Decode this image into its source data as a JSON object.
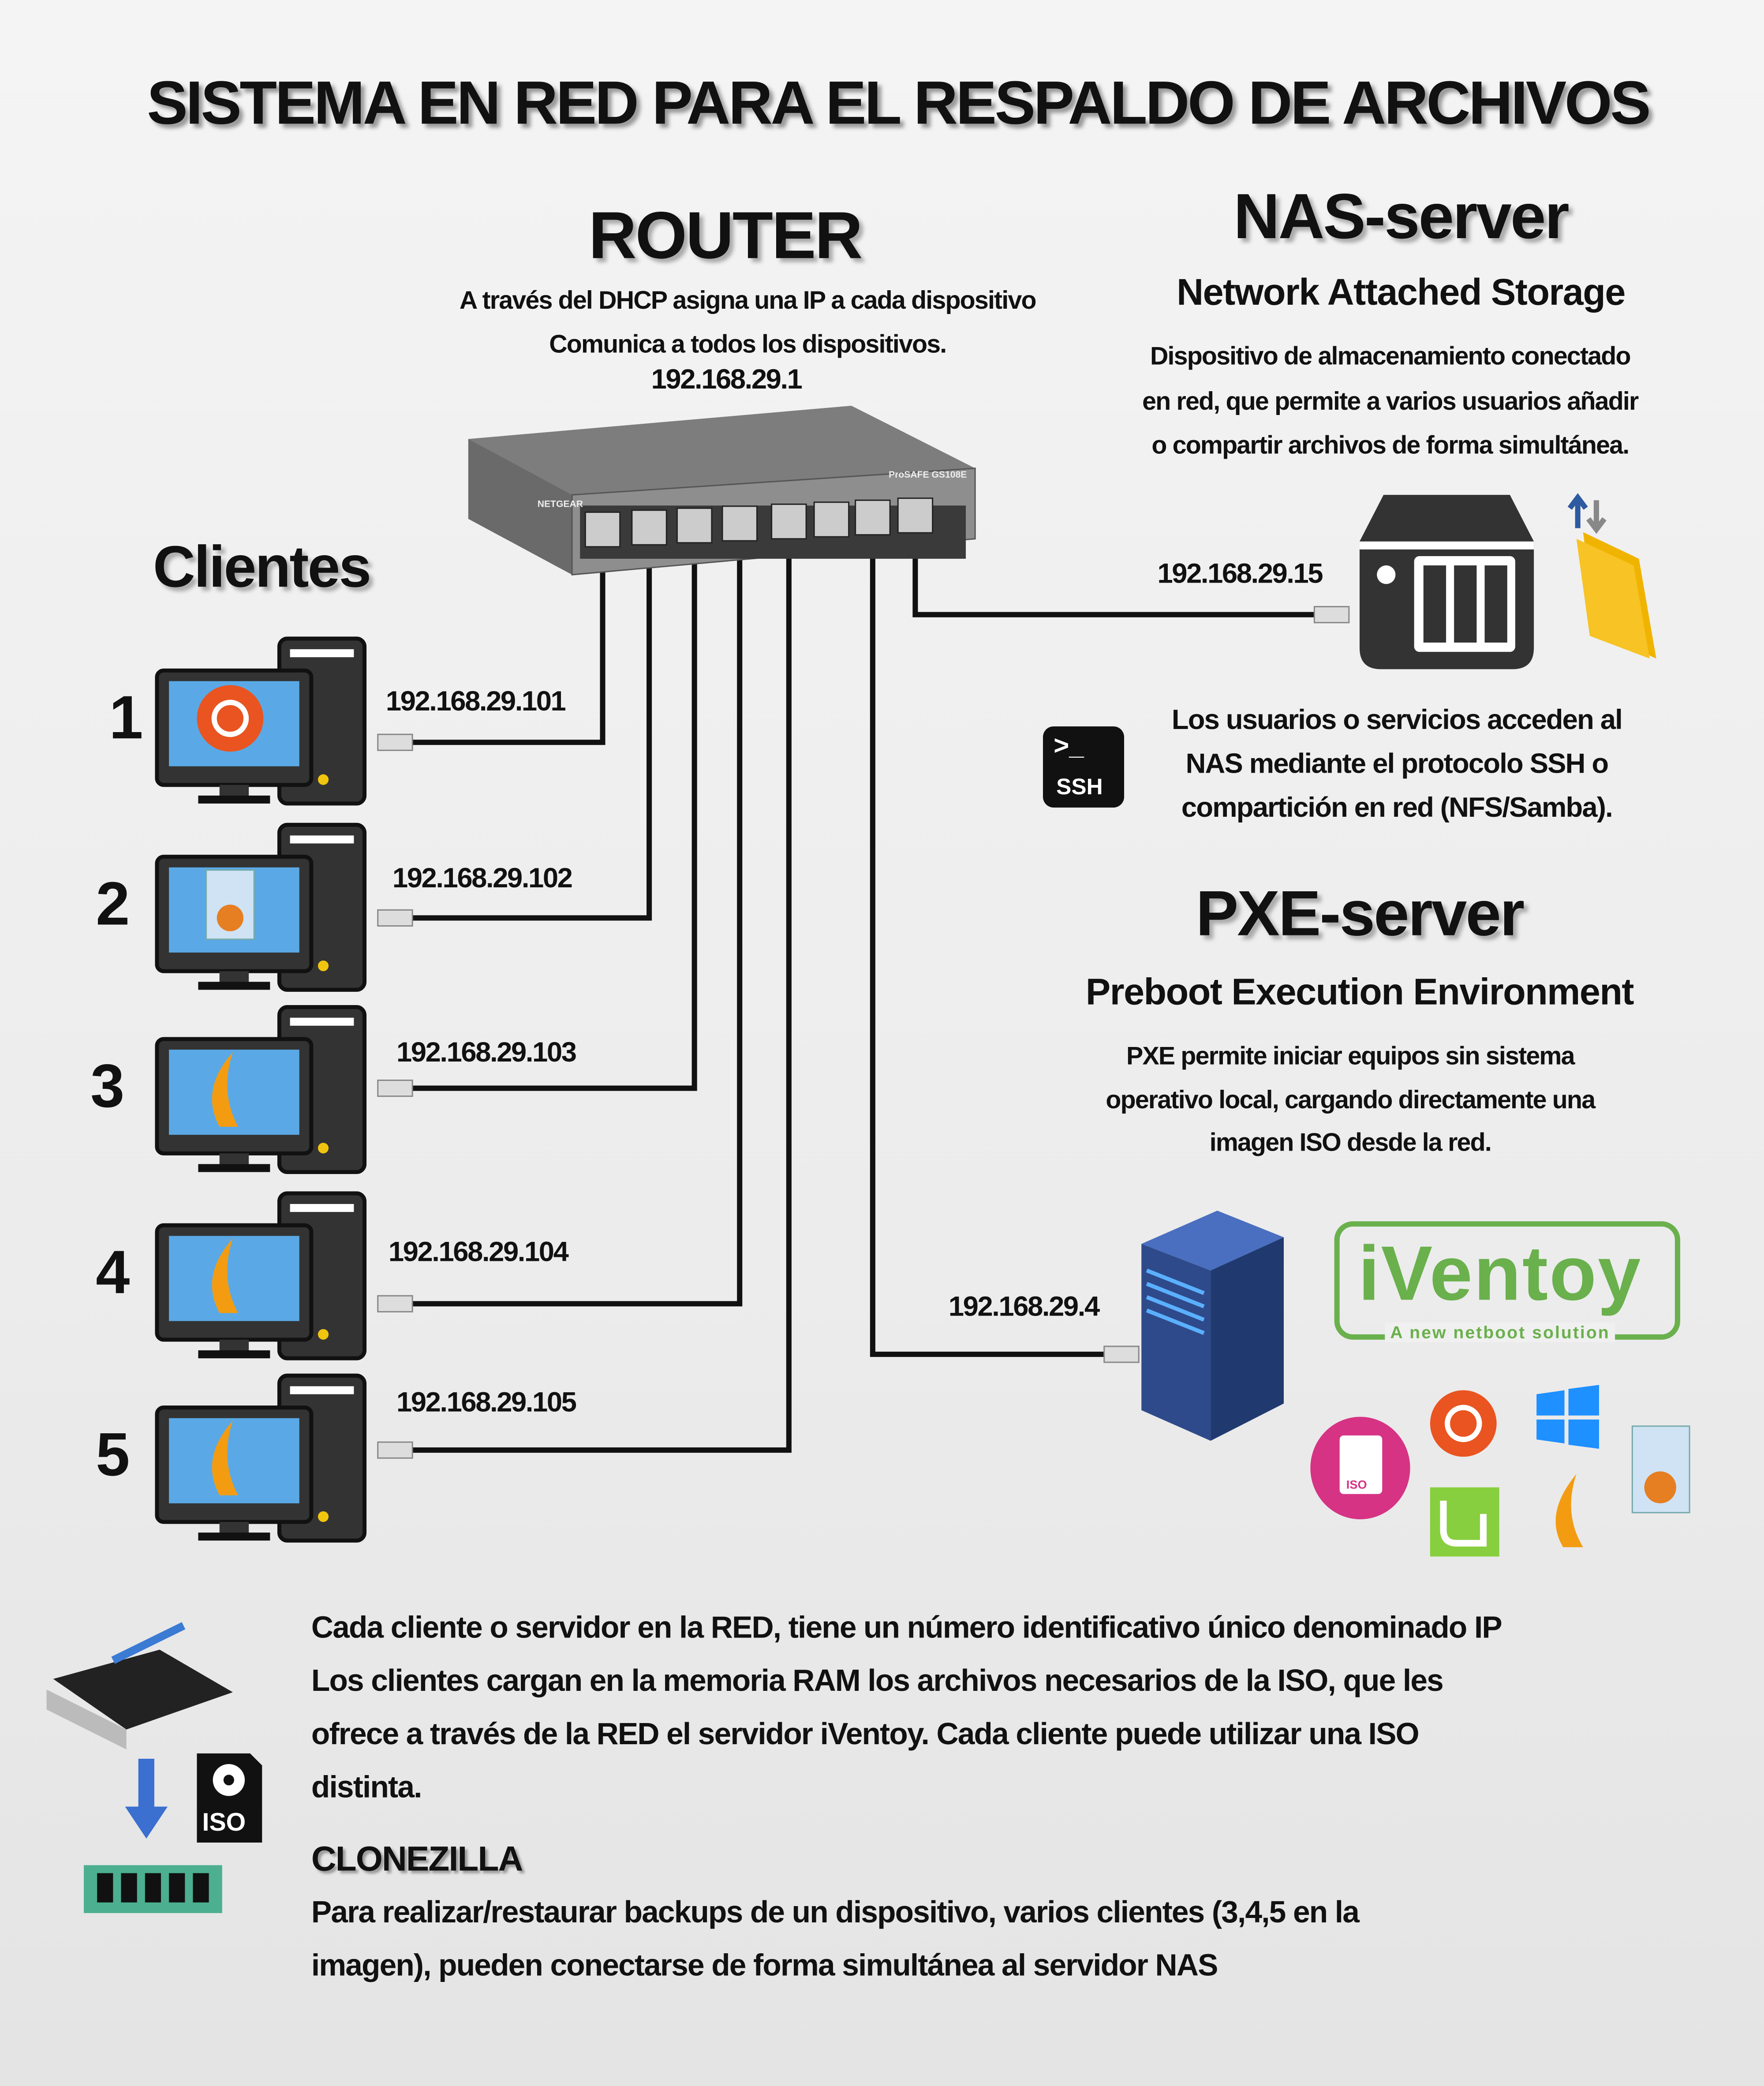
{
  "title": "SISTEMA EN RED PARA EL RESPALDO DE ARCHIVOS",
  "router": {
    "title": "ROUTER",
    "lines": [
      "A través del DHCP asigna una IP a cada dispositivo",
      "Comunica a todos los dispositivos."
    ],
    "ip": "192.168.29.1",
    "device_labels": [
      "NETGEAR",
      "ProSAFE GS108E"
    ]
  },
  "nas": {
    "title": "NAS-server",
    "subtitle": "Network Attached Storage",
    "lines": [
      "Dispositivo de almacenamiento conectado",
      "en red, que permite a varios usuarios añadir",
      "o compartir archivos de forma simultánea."
    ],
    "ip": "192.168.29.15"
  },
  "ssh": {
    "icon_label": "SSH",
    "prompt": ">_",
    "lines": [
      "Los usuarios o servicios acceden al",
      "NAS mediante el protocolo SSH o",
      "compartición en red (NFS/Samba)."
    ]
  },
  "pxe": {
    "title": "PXE-server",
    "subtitle": "Preboot Execution Environment",
    "lines": [
      "PXE permite iniciar equipos sin sistema",
      "operativo local, cargando directamente una",
      "imagen ISO desde la red."
    ],
    "ip": "192.168.29.4",
    "logo_text": "iVentoy",
    "logo_tagline": "A new netboot solution",
    "os_icons": [
      "iso-icon",
      "ubuntu-icon",
      "windows-icon",
      "linux-mint-icon",
      "clonezilla-icon",
      "boot-cd-icon"
    ],
    "iso_label": "ISO"
  },
  "clients": {
    "title": "Clientes",
    "items": [
      {
        "number": "1",
        "ip": "192.168.29.101",
        "screen": "ubuntu"
      },
      {
        "number": "2",
        "ip": "192.168.29.102",
        "screen": "boot-cd"
      },
      {
        "number": "3",
        "ip": "192.168.29.103",
        "screen": "clonezilla"
      },
      {
        "number": "4",
        "ip": "192.168.29.104",
        "screen": "clonezilla"
      },
      {
        "number": "5",
        "ip": "192.168.29.105",
        "screen": "clonezilla"
      }
    ]
  },
  "footer": {
    "lines": [
      "Cada cliente o servidor en la RED, tiene un número identificativo único denominado IP",
      "Los clientes cargan en la memoria RAM los archivos necesarios de la ISO, que les",
      "ofrece a través de la RED el servidor iVentoy. Cada cliente puede utilizar una ISO",
      "distinta."
    ],
    "clonezilla_title": "CLONEZILLA",
    "clonezilla_lines": [
      "Para realizar/restaurar backups de un dispositivo, varios clientes (3,4,5 en la",
      "imagen), pueden conectarse de forma simultánea al servidor NAS"
    ],
    "iso_label": "ISO"
  },
  "colors": {
    "cable": "#111111",
    "monitor_screen": "#5aa9e6",
    "ubuntu": "#e95420",
    "clonezilla": "#f39c12",
    "iventoy": "#6ab04c",
    "nas_body": "#333333",
    "server": "#2e4a8a",
    "iso_pink": "#d63384",
    "mint": "#87cf3e",
    "windows": "#1e90ff"
  }
}
